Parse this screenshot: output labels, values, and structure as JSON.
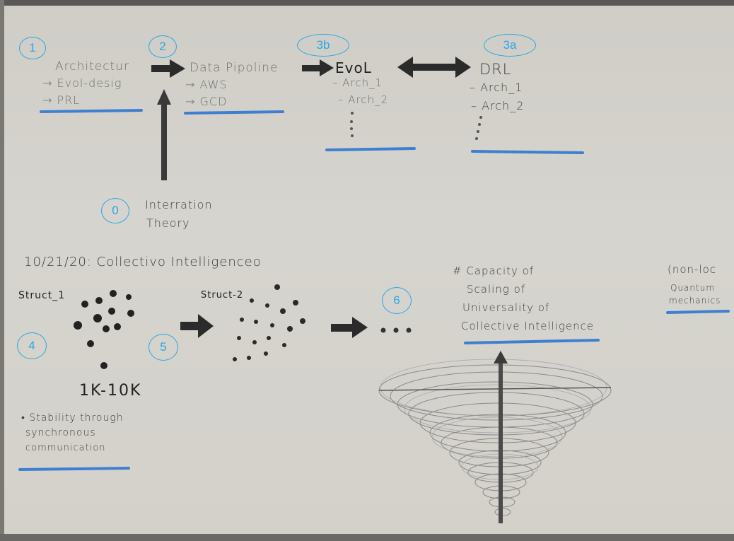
{
  "badges": {
    "b1": "1",
    "b2": "2",
    "b3b": "3b",
    "b3a": "3a",
    "b0": "0",
    "b4": "4",
    "b5": "5",
    "b6": "6"
  },
  "step1": {
    "title": "Architectur",
    "item1": "→ Evol-desig",
    "item2": "→ PRL"
  },
  "step2": {
    "title": "Data Pipoline",
    "item1": "→ AWS",
    "item2": "→ GCD"
  },
  "step3b": {
    "title": "EvoL",
    "item1": "– Arch_1",
    "item2": "– Arch_2"
  },
  "step3a": {
    "title": "DRL",
    "item1": "– Arch_1",
    "item2": "– Arch_2"
  },
  "step0": {
    "line1": "Interration",
    "line2": "Theory"
  },
  "heading": "10/21/20: Collectivo Intelligenceo",
  "struct1": "Struct_1",
  "struct2": "Struct-2",
  "range": "1K-10K",
  "stability": {
    "line1": "• Stability through",
    "line2": "synchronous",
    "line3": "communication"
  },
  "capacity": {
    "line1": "# Capacity of",
    "line2": "Scaling of",
    "line3": "Universality of",
    "line4": "Collective Intelligence"
  },
  "nonlocal": {
    "line1": "(non-loc",
    "line2": "Quantum",
    "line3": "mechanics"
  },
  "colors": {
    "accent_blue": "#2aa7e8",
    "underline_blue": "#3f7fd0",
    "pencil": "#2e2e2e",
    "paper": "#d3d1ca"
  }
}
